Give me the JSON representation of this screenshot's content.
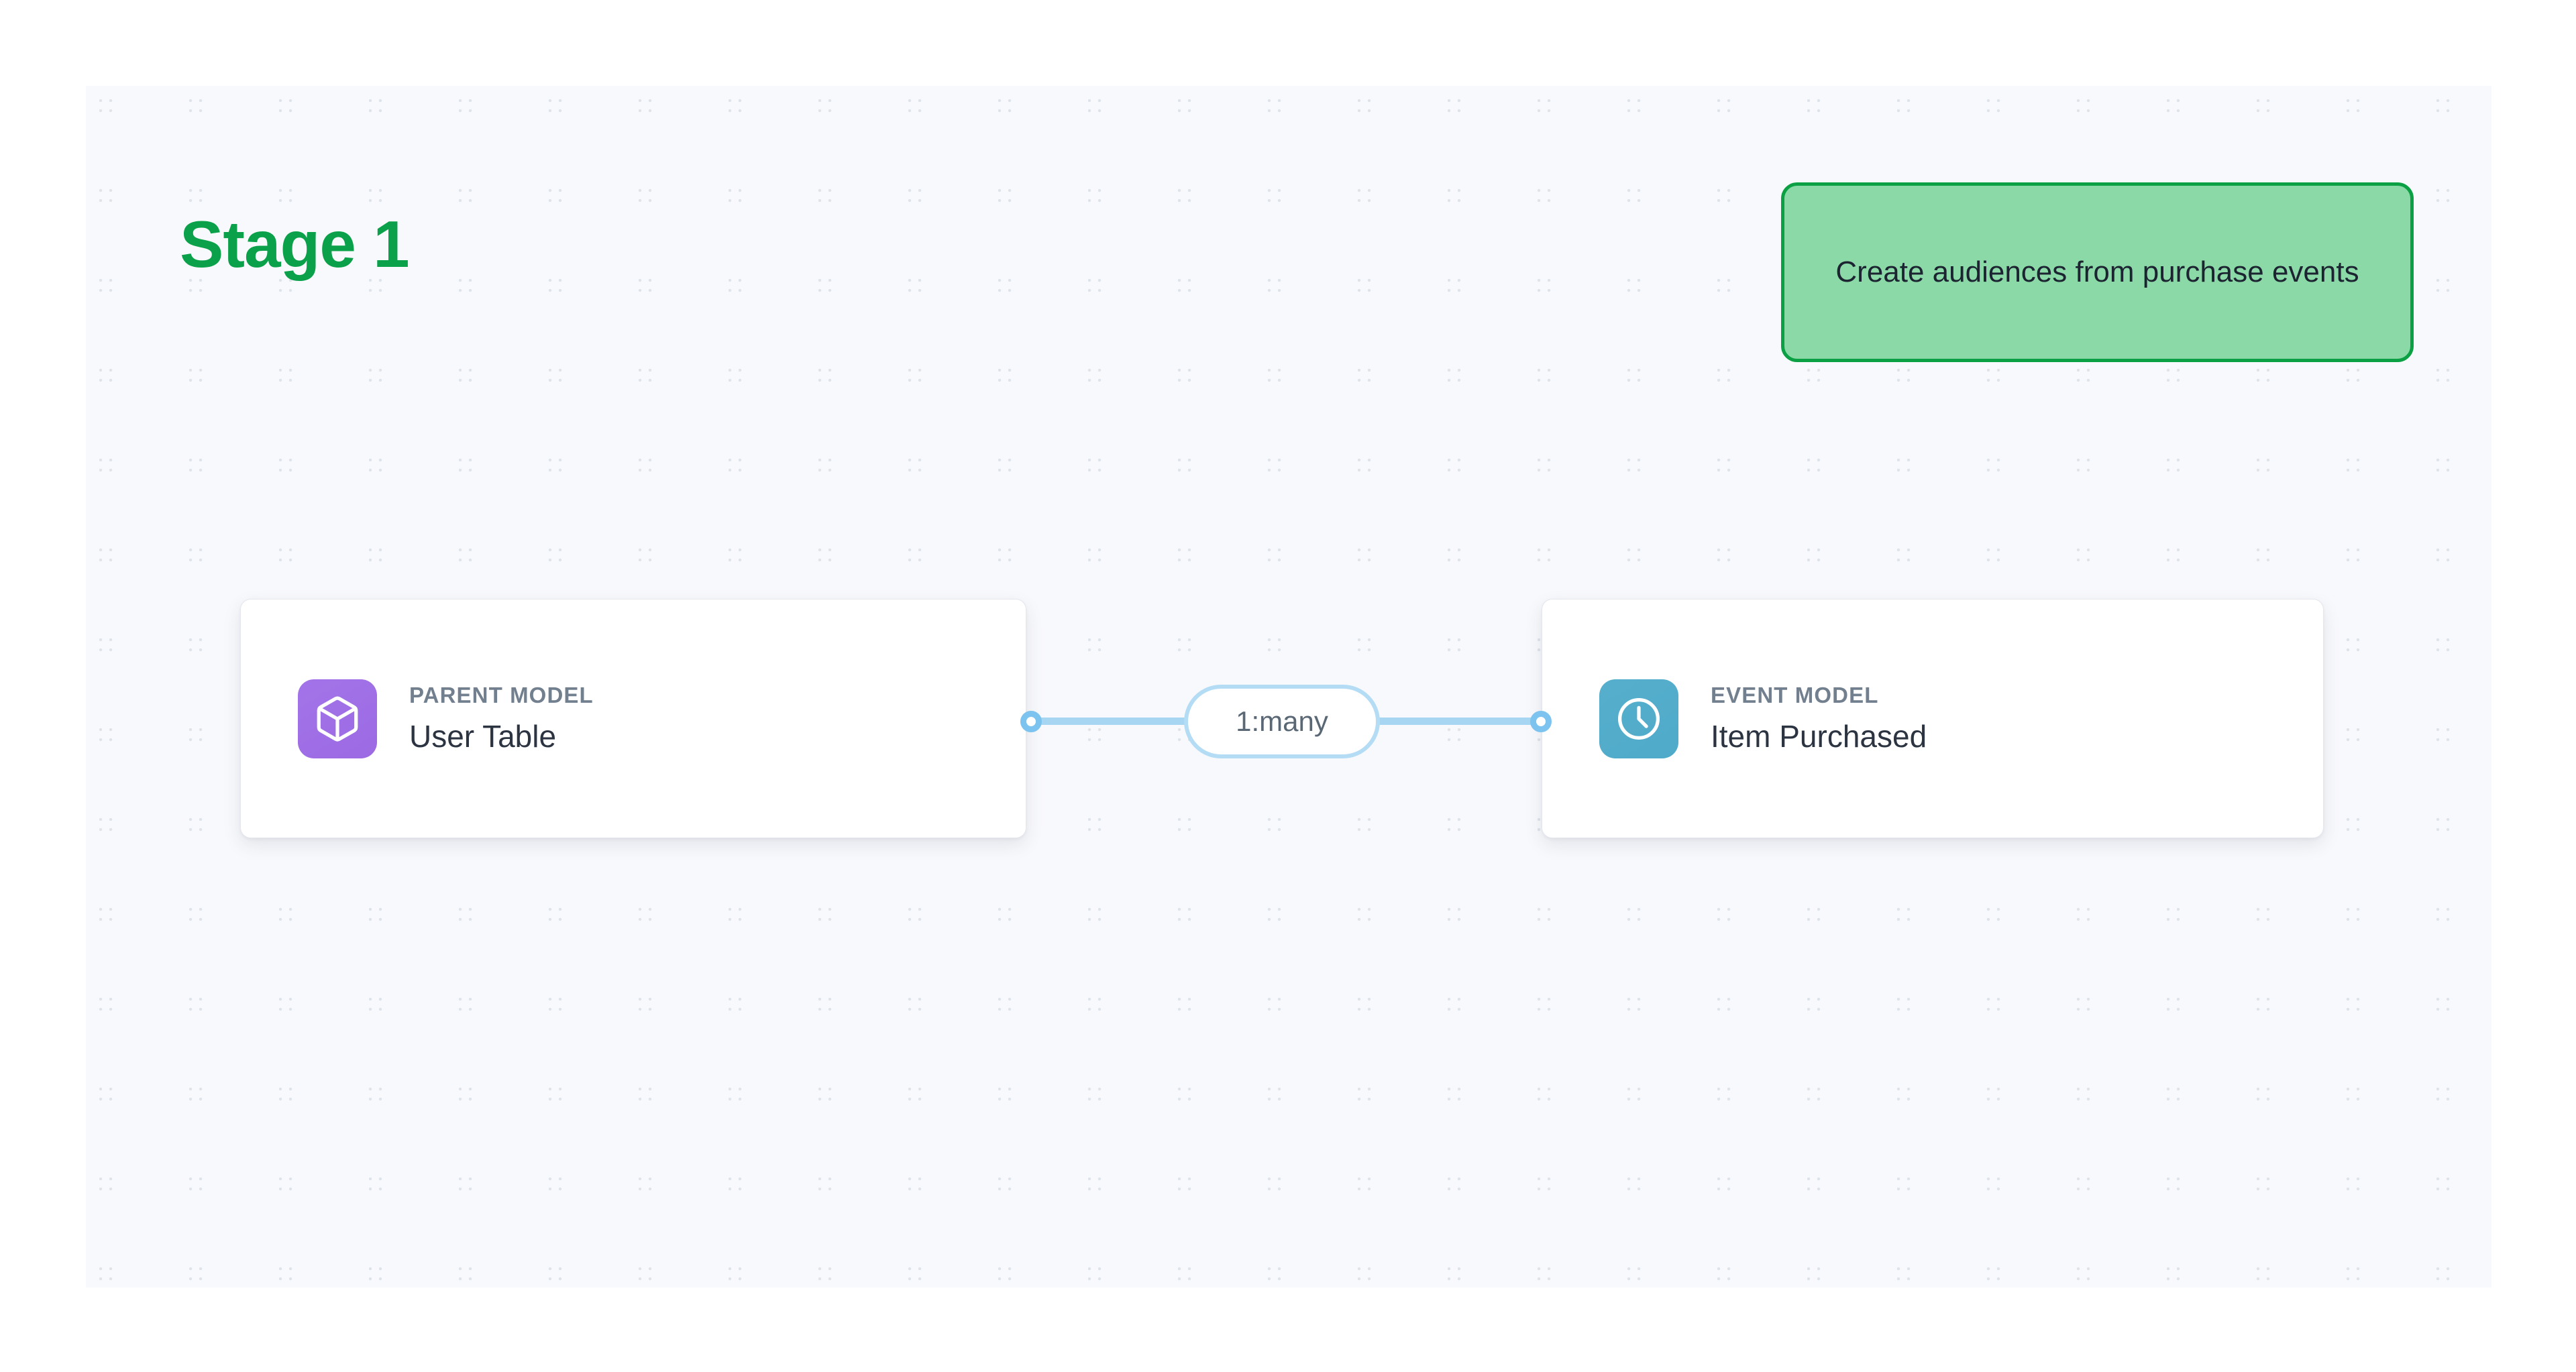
{
  "stage": {
    "title": "Stage 1",
    "title_color": "#0ba14a"
  },
  "annotation": {
    "text": "Create audiences from purchase events",
    "fill_color": "#8cd9a8",
    "border_color": "#0aa043",
    "text_color": "#1b2430"
  },
  "canvas": {
    "background_color": "#f8f9fc",
    "dot_color": "#dfe3ea"
  },
  "nodes": [
    {
      "id": "parent-model",
      "kicker": "PARENT MODEL",
      "title": "User Table",
      "icon": "cube-icon",
      "icon_tile_color": "#a374e8"
    },
    {
      "id": "event-model",
      "kicker": "EVENT MODEL",
      "title": "Item Purchased",
      "icon": "clock-icon",
      "icon_tile_color": "#55afcc"
    }
  ],
  "connection": {
    "label": "1:many",
    "line_color": "#a6d6f2",
    "handle_color": "#7cc3ef",
    "pill_border_color": "#b4dcf5",
    "label_color": "#5a6775"
  }
}
